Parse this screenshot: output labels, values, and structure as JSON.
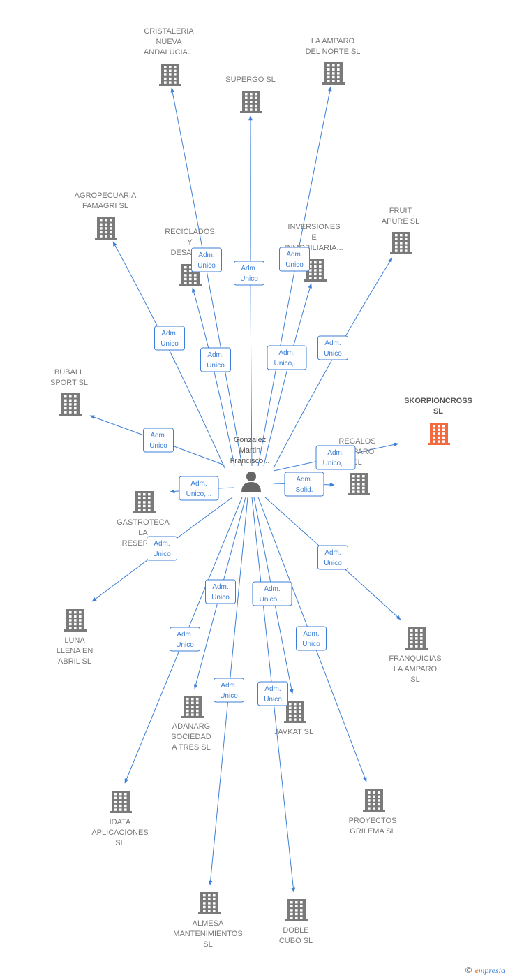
{
  "center": {
    "lines": [
      "Gonzalez",
      "Martin",
      "Francisco..."
    ]
  },
  "nodes": [
    {
      "id": "cristaleria",
      "lines": [
        "CRISTALERIA",
        "NUEVA",
        "ANDALUCIA..."
      ],
      "highlight": false
    },
    {
      "id": "amparo-norte",
      "lines": [
        "LA AMPARO",
        "DEL NORTE  SL"
      ],
      "highlight": false
    },
    {
      "id": "supergo",
      "lines": [
        "SUPERGO  SL"
      ],
      "highlight": false
    },
    {
      "id": "agropecuaria",
      "lines": [
        "AGROPECUARIA",
        "FAMAGRI  SL"
      ],
      "highlight": false
    },
    {
      "id": "reciclados",
      "lines": [
        "RECICLADOS",
        "Y",
        "DESARR..."
      ],
      "highlight": false
    },
    {
      "id": "inversiones",
      "lines": [
        "INVERSIONES",
        "E",
        "INMOBILIARIA..."
      ],
      "highlight": false
    },
    {
      "id": "fruit-apure",
      "lines": [
        "FRUIT",
        "APURE SL"
      ],
      "highlight": false
    },
    {
      "id": "buball",
      "lines": [
        "BUBALL",
        "SPORT  SL"
      ],
      "highlight": false
    },
    {
      "id": "skorpioncross",
      "lines": [
        "SKORPIONCROSS",
        "SL"
      ],
      "highlight": true
    },
    {
      "id": "regalos",
      "lines": [
        "REGALOS",
        "...MPARO",
        "SL"
      ],
      "highlight": false
    },
    {
      "id": "gastroteca",
      "lines": [
        "GASTROTECA",
        "LA",
        "RESERVA..."
      ],
      "highlight": false
    },
    {
      "id": "luna-llena",
      "lines": [
        "LUNA",
        "LLENA EN",
        "ABRIL  SL"
      ],
      "highlight": false
    },
    {
      "id": "franquicias",
      "lines": [
        "FRANQUICIAS",
        "LA AMPARO",
        "SL"
      ],
      "highlight": false
    },
    {
      "id": "adanarg",
      "lines": [
        "ADANARG",
        "SOCIEDAD",
        "A TRES SL"
      ],
      "highlight": false
    },
    {
      "id": "javkat",
      "lines": [
        "JAVKAT SL"
      ],
      "highlight": false
    },
    {
      "id": "idata",
      "lines": [
        "IDATA",
        "APLICACIONES",
        "SL"
      ],
      "highlight": false
    },
    {
      "id": "proyectos",
      "lines": [
        "PROYECTOS",
        "GRILEMA  SL"
      ],
      "highlight": false
    },
    {
      "id": "almesa",
      "lines": [
        "ALMESA",
        "MANTENIMIENTOS",
        "SL"
      ],
      "highlight": false
    },
    {
      "id": "doble-cubo",
      "lines": [
        "DOBLE",
        "CUBO  SL"
      ],
      "highlight": false
    }
  ],
  "edges": [
    {
      "to": "cristaleria",
      "lines": [
        "Adm.",
        "Unico"
      ]
    },
    {
      "to": "supergo",
      "lines": [
        "Adm.",
        "Unico"
      ]
    },
    {
      "to": "amparo-norte",
      "lines": [
        "Adm.",
        "Unico"
      ]
    },
    {
      "to": "agropecuaria",
      "lines": [
        "Adm.",
        "Unico"
      ]
    },
    {
      "to": "reciclados",
      "lines": [
        "Adm.",
        "Unico"
      ]
    },
    {
      "to": "inversiones",
      "lines": [
        "Adm.",
        "Unico,..."
      ]
    },
    {
      "to": "fruit-apure",
      "lines": [
        "Adm.",
        "Unico"
      ]
    },
    {
      "to": "buball",
      "lines": [
        "Adm.",
        "Unico"
      ]
    },
    {
      "to": "skorpioncross",
      "lines": [
        "Adm.",
        "Unico,..."
      ]
    },
    {
      "to": "regalos",
      "lines": [
        "Adm.",
        "Solid."
      ]
    },
    {
      "to": "gastroteca",
      "lines": [
        "Adm.",
        "Unico,..."
      ]
    },
    {
      "to": "luna-llena",
      "lines": [
        "Adm.",
        "Unico"
      ]
    },
    {
      "to": "franquicias",
      "lines": [
        "Adm.",
        "Unico"
      ]
    },
    {
      "to": "adanarg",
      "lines": [
        "Adm.",
        "Unico"
      ]
    },
    {
      "to": "idata",
      "lines": [
        "Adm.",
        "Unico"
      ]
    },
    {
      "to": "javkat",
      "lines": [
        "Adm.",
        "Unico,..."
      ]
    },
    {
      "to": "proyectos",
      "lines": [
        "Adm.",
        "Unico"
      ]
    },
    {
      "to": "almesa",
      "lines": [
        "Adm.",
        "Unico"
      ]
    },
    {
      "to": "doble-cubo",
      "lines": [
        "Adm.",
        "Unico"
      ]
    }
  ],
  "footer": {
    "copyright": "©",
    "brand_initial": "e",
    "brand_rest": "mpresia"
  },
  "colors": {
    "edge": "#3d7fd6",
    "building": "#7a7a7a",
    "highlight": "#f26a3d"
  }
}
